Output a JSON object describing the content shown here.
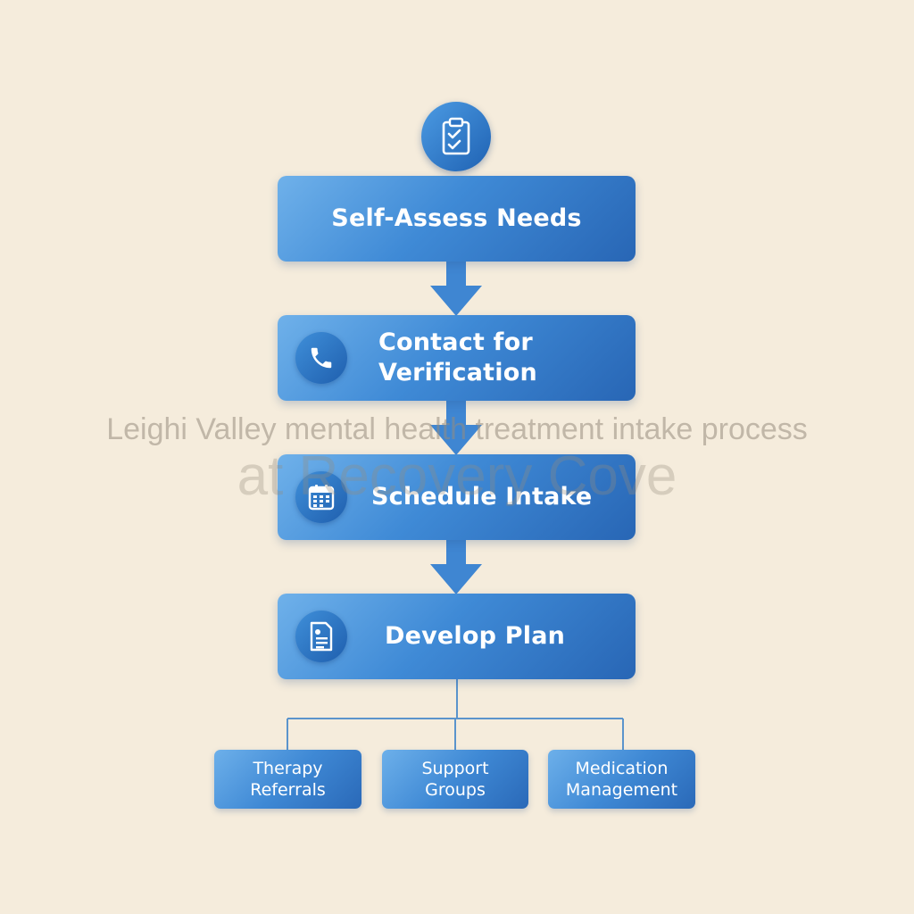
{
  "steps": [
    {
      "label": "Self-Assess Needs",
      "icon": "clipboard-check-icon"
    },
    {
      "label": "Contact for\nVerification",
      "icon": "phone-icon"
    },
    {
      "label": "Schedule Intake",
      "icon": "calendar-icon"
    },
    {
      "label": "Develop Plan",
      "icon": "document-icon"
    }
  ],
  "outcomes": [
    {
      "label": "Therapy\nReferrals"
    },
    {
      "label": "Support\nGroups"
    },
    {
      "label": "Medication\nManagement"
    }
  ],
  "watermark": {
    "line1": "Leighi Valley mental health treatment intake process",
    "line2": "at Recovery Cove"
  },
  "colors": {
    "background": "#f5ecdc",
    "box_blue": "#3f8ad6",
    "box_blue_dark": "#2866b5",
    "connector": "#5b94cc"
  }
}
